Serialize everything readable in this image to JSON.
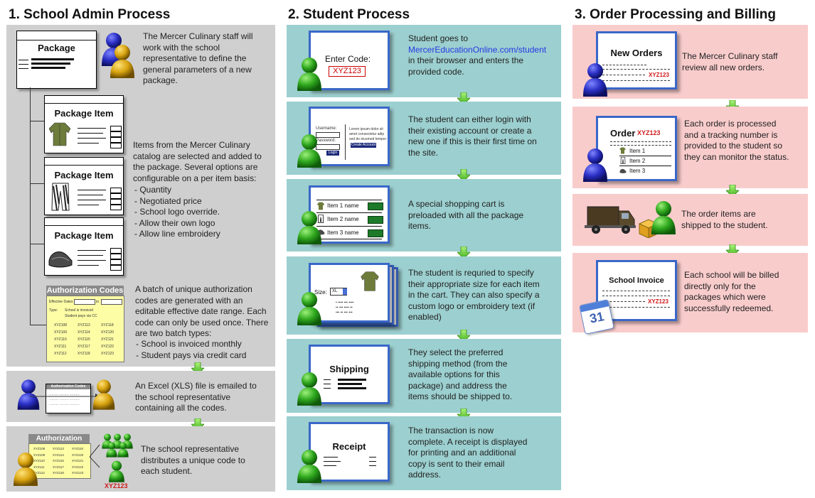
{
  "columns": [
    {
      "title": "1. School Admin Process"
    },
    {
      "title": "2. Student Process"
    },
    {
      "title": "3. Order Processing and Billing"
    }
  ],
  "admin": {
    "step1_text": "The Mercer Culinary staff will work with the school representative to define the general parameters of a new package.",
    "package_label": "Package",
    "package_item_label": "Package Item",
    "step2_text": "Items from the Mercer Culinary catalog are selected and added to the package.  Several options are configurable on a per item basis:",
    "options": [
      "- Quantity",
      "- Negotiated price",
      "- School logo override.",
      "- Allow their own logo",
      "- Allow line embroidery"
    ],
    "auth_codes_label": "Authorization Codes",
    "auth_effective": "Effective Dates",
    "auth_to": "to",
    "auth_type": "Type:",
    "auth_type_1": "School is invoiced",
    "auth_type_2": "Student pays via CC",
    "auth_codes": [
      "XYZ108",
      "XYZ113",
      "XYZ118",
      "XYZ109",
      "XYZ114",
      "XYZ120",
      "XYZ110",
      "XYZ115",
      "XYZ121",
      "XYZ111",
      "XYZ117",
      "XYZ122",
      "XYZ112",
      "XYZ118",
      "XYZ123"
    ],
    "step3_text": "A batch of unique authorization codes are generated with an editable effective date range. Each code can only be used once. There are two batch types:",
    "batch_types": [
      "- School is invoiced monthly",
      "- Student pays via credit card"
    ],
    "step4_text": "An Excel (XLS) file is emailed to the school representative containing all the codes.",
    "step5_text": "The school representative distributes a unique code to each student.",
    "student_code": "XYZ123",
    "dist_codes": [
      "XYZ108",
      "XYZ113",
      "XYZ118",
      "XYZ109",
      "XYZ114",
      "XYZ120",
      "XYZ110",
      "XYZ115",
      "XYZ121",
      "XYZ111",
      "XYZ117",
      "XYZ122",
      "XYZ112",
      "XYZ118",
      "XYZ123"
    ]
  },
  "student": {
    "step1_label": "Enter Code:",
    "step1_code": "XYZ123",
    "step1_text_a": "Student goes to",
    "step1_link": "MercerEducationOnline.com/student",
    "step1_text_b": "in their browser and enters the provided code.",
    "login_username": "Username:",
    "login_password": "Password:",
    "login_button": "Login",
    "create_button": "Create Account",
    "step2_text": "The student can either login with their existing account or create a new one if this is their first time on the site.",
    "cart_items": [
      "Item 1 name",
      "Item 2 name",
      "Item 3 name"
    ],
    "step3_text": "A special shopping cart is preloaded with all the package items.",
    "size_label": "Size:",
    "size_value": "XL",
    "step4_text": "The student is requried to specify their appropriate size for each item in the cart.  They can also specify a custom logo or embroidery text (if enabled)",
    "shipping_label": "Shipping",
    "step5_text": "They select the preferred shipping method (from the available options for this package) and address the items should be shipped to.",
    "receipt_label": "Receipt",
    "step6_text": "The transaction is now complete.  A receipt is displayed for printing and an additional copy is sent to their email address."
  },
  "order": {
    "new_orders_label": "New Orders",
    "new_orders_code": "XYZ123",
    "step1_text": "The Mercer Culinary staff review all new orders.",
    "order_label": "Order",
    "order_code": "XYZ123",
    "order_items": [
      "Item 1",
      "Item 2",
      "Item 3"
    ],
    "step2_text": "Each order is processed and a tracking number is provided to the student so they can monitor the status.",
    "step3_text": "The order items are shipped to the student.",
    "invoice_label": "School Invoice",
    "invoice_code": "XYZ123",
    "calendar_day": "31",
    "step4_text": "Each school will be billed directly only for the packages which were successfully redeemed."
  },
  "colors": {
    "admin_panel": "#cfcfcf",
    "student_panel": "#9ccfcf",
    "order_panel": "#f9cccc",
    "card_border": "#3a67c8",
    "arrow": "#66cc33",
    "auth_body": "#fdfda6",
    "code_red": "#d01818"
  }
}
